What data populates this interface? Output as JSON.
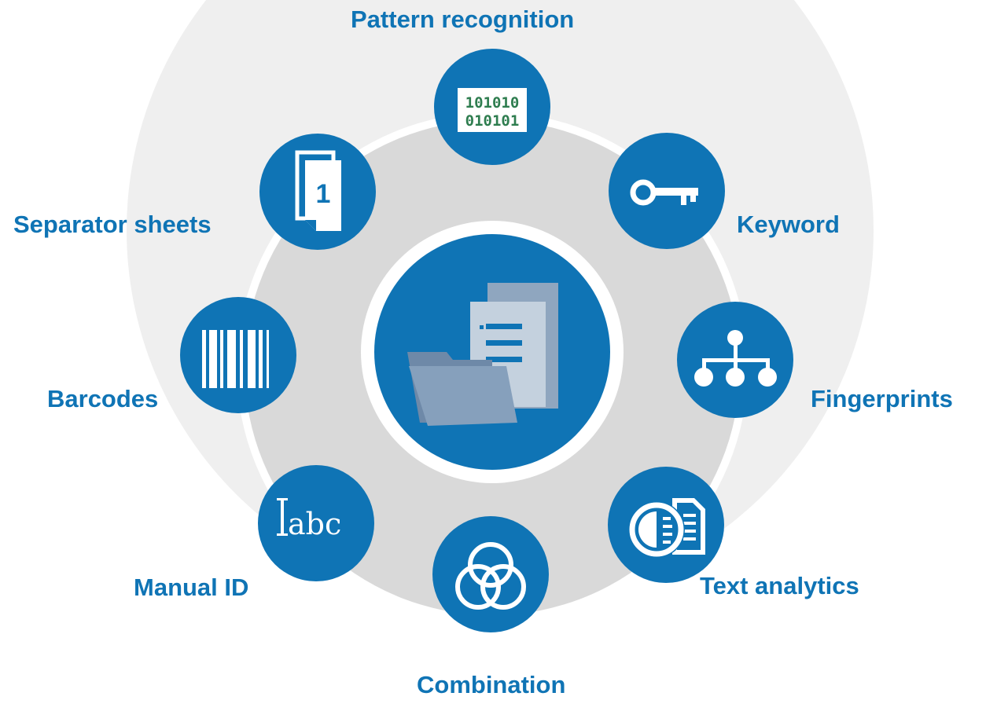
{
  "colors": {
    "accent": "#0F74B5",
    "outer_ring": "#EFEFEF",
    "inner_ring": "#D9D9D9",
    "pattern_text": "#2E7D4F"
  },
  "center": {
    "icon": "folder-with-documents-icon"
  },
  "methods": [
    {
      "id": "pattern-recognition",
      "label": "Pattern recognition",
      "icon": "binary-code-icon",
      "code_line_1": "101010",
      "code_line_2": "010101"
    },
    {
      "id": "keyword",
      "label": "Keyword",
      "icon": "key-icon"
    },
    {
      "id": "fingerprints",
      "label": "Fingerprints",
      "icon": "hierarchy-icon"
    },
    {
      "id": "text-analytics",
      "label": "Text analytics",
      "icon": "text-analytics-icon"
    },
    {
      "id": "combination",
      "label": "Combination",
      "icon": "venn-diagram-icon"
    },
    {
      "id": "manual-id",
      "label": "Manual ID",
      "icon": "text-cursor-abc-icon",
      "icon_text": "abc"
    },
    {
      "id": "barcodes",
      "label": "Barcodes",
      "icon": "barcode-icon"
    },
    {
      "id": "separator-sheets",
      "label": "Separator sheets",
      "icon": "separator-sheet-icon",
      "icon_text": "1"
    }
  ]
}
